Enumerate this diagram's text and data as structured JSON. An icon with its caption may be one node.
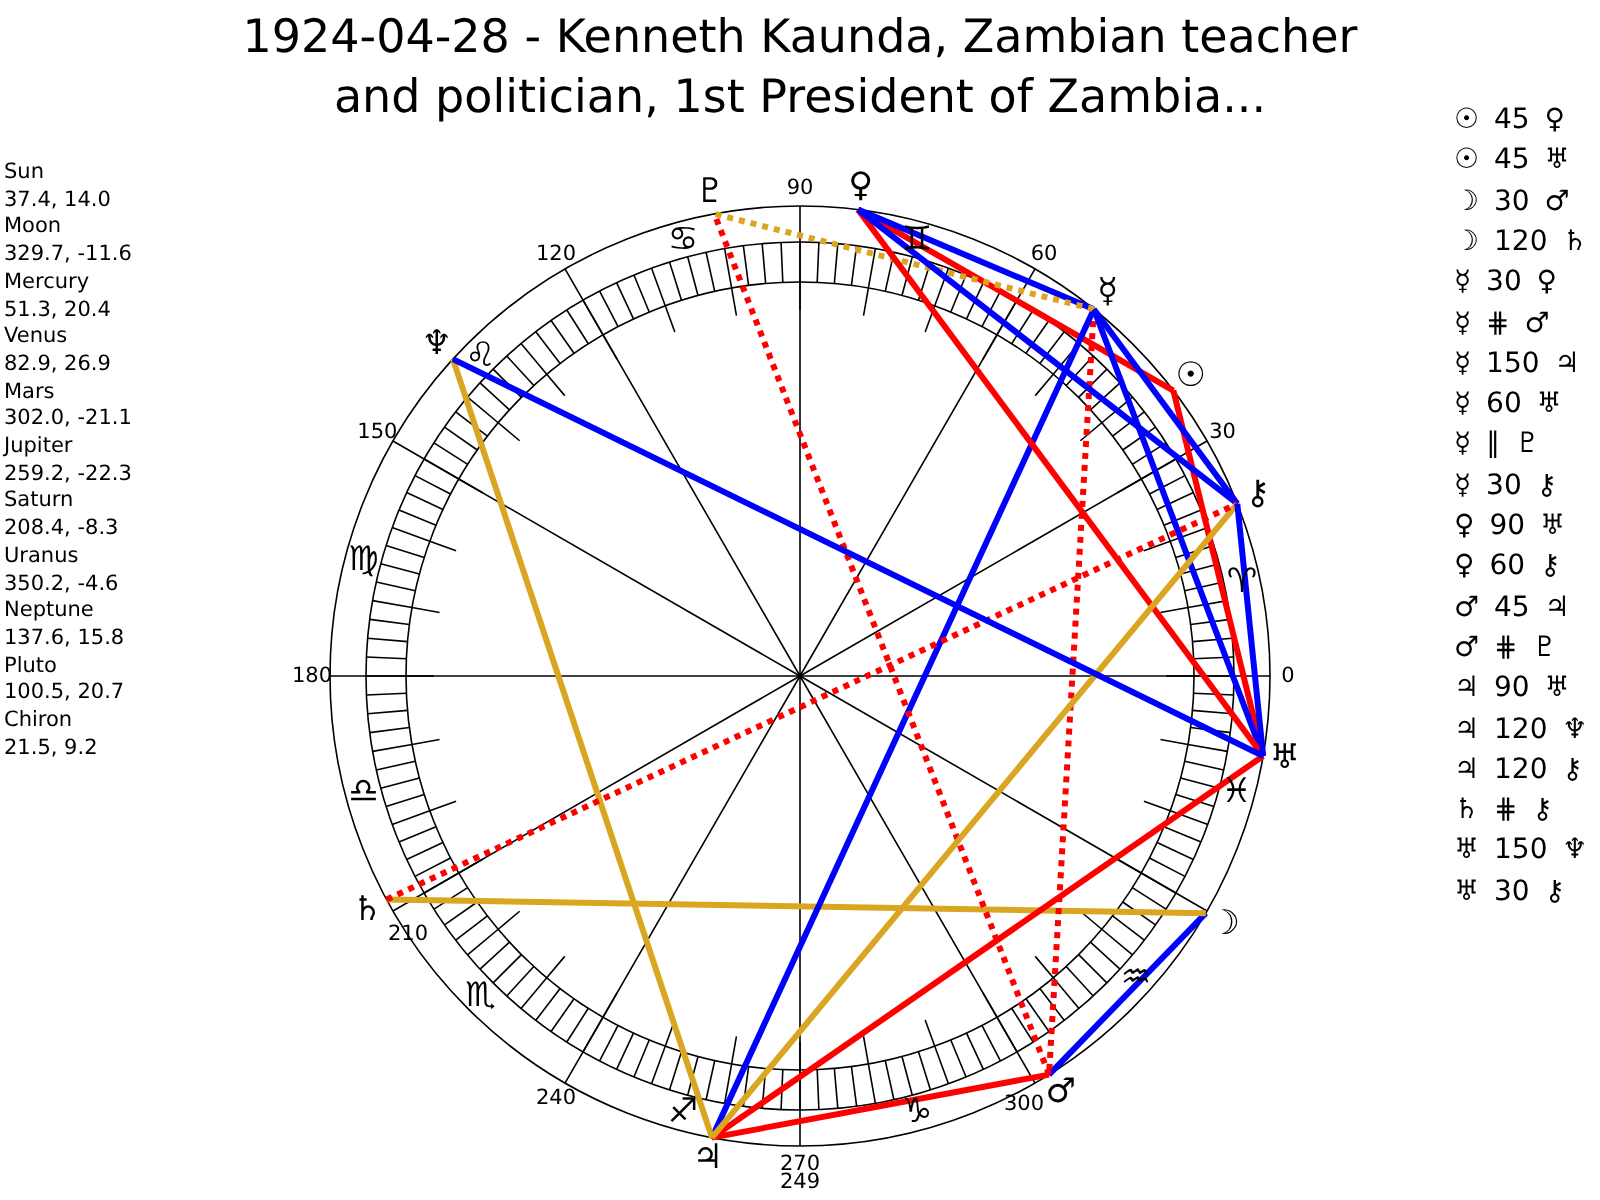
{
  "diagram": {
    "title": "1924-04-28 - Kenneth Kaunda, Zambian teacher and politician, 1st President of Zambia...",
    "nodes": [
      {
        "text": [
          "☉"
        ]
      },
      {
        "text": [
          "☽"
        ]
      },
      {
        "text": [
          "☿"
        ]
      },
      {
        "text": [
          "♀"
        ]
      },
      {
        "text": [
          "♂"
        ]
      },
      {
        "text": [
          "♃"
        ]
      },
      {
        "text": [
          "♄"
        ]
      },
      {
        "text": [
          "♅"
        ]
      },
      {
        "text": [
          "♆"
        ]
      },
      {
        "text": [
          "♇"
        ]
      },
      {
        "text": [
          "⚷"
        ]
      }
    ],
    "edges": [
      {
        "from": 0,
        "to": 3,
        "arrow": "none",
        "color": "#ff0000"
      },
      {
        "from": 0,
        "to": 7,
        "arrow": "none",
        "color": "#ff0000"
      },
      {
        "from": 1,
        "to": 4,
        "arrow": "none",
        "color": "#0000ff"
      },
      {
        "from": 1,
        "to": 6,
        "arrow": "none",
        "color": "#daa520"
      },
      {
        "from": 2,
        "to": 3,
        "arrow": "none",
        "color": "#0000ff"
      },
      {
        "from": 2,
        "to": 4,
        "arrow": "none",
        "style": "dashed",
        "color": "#ff0000"
      },
      {
        "from": 2,
        "to": 5,
        "arrow": "none",
        "color": "#0000ff"
      },
      {
        "from": 2,
        "to": 7,
        "arrow": "none",
        "color": "#0000ff"
      },
      {
        "from": 2,
        "to": 9,
        "arrow": "none",
        "style": "dashed",
        "color": "#daa520"
      },
      {
        "from": 2,
        "to": 10,
        "arrow": "none",
        "color": "#0000ff"
      },
      {
        "from": 3,
        "to": 7,
        "arrow": "none",
        "color": "#ff0000"
      },
      {
        "from": 3,
        "to": 10,
        "arrow": "none",
        "color": "#0000ff"
      },
      {
        "from": 4,
        "to": 5,
        "arrow": "none",
        "color": "#ff0000"
      },
      {
        "from": 4,
        "to": 9,
        "arrow": "none",
        "style": "dashed",
        "color": "#ff0000"
      },
      {
        "from": 5,
        "to": 7,
        "arrow": "none",
        "color": "#ff0000"
      },
      {
        "from": 5,
        "to": 8,
        "arrow": "none",
        "color": "#daa520"
      },
      {
        "from": 5,
        "to": 10,
        "arrow": "none",
        "color": "#daa520"
      },
      {
        "from": 6,
        "to": 10,
        "arrow": "none",
        "style": "dashed",
        "color": "#ff0000"
      },
      {
        "from": 7,
        "to": 8,
        "arrow": "none",
        "color": "#0000ff"
      },
      {
        "from": 7,
        "to": 10,
        "arrow": "none",
        "color": "#0000ff"
      }
    ],
    "labels": [
      "Sun",
      "37.4, 14.0",
      "Moon",
      "329.7, -11.6",
      "Mercury",
      "51.3, 20.4",
      "Venus",
      "82.9, 26.9",
      "Mars",
      "302.0, -21.1",
      "Jupiter",
      "259.2, -22.3",
      "Saturn",
      "208.4, -8.3",
      "Uranus",
      "350.2, -4.6",
      "Neptune",
      "137.6, 15.8",
      "Pluto",
      "100.5, 20.7",
      "Chiron",
      "21.5, 9.2",
      "☉ 45 ♀",
      "☉ 45 ♅",
      "☽ 30 ♂",
      "☽ 120 ♄",
      "☿ 30 ♀",
      "☿ ⋕ ♂",
      "☿ 150 ♃",
      "☿ 60 ♅",
      "☿ ∥ ♇",
      "☿ 30 ⚷",
      "♀ 90 ♅",
      "♀ 60 ⚷",
      "♂ 45 ♃",
      "♂ ⋕ ♇",
      "♃ 90 ♅",
      "♃ 120 ♆",
      "♃ 120 ⚷",
      "♄ ⋕ ⚷",
      "♅ 150 ♆",
      "♅ 30 ⚷",
      "90",
      "120",
      "60",
      "150",
      "30",
      "180",
      "0",
      "210",
      "240",
      "300",
      "270",
      "249",
      "♋",
      "♊",
      "♌",
      "♍",
      "♈",
      "♎",
      "♓",
      "♏",
      "♒",
      "♐",
      "♑"
    ]
  }
}
